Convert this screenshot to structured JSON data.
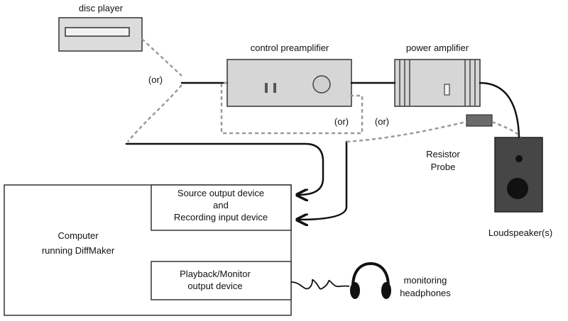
{
  "labels": {
    "disc_player": "disc player",
    "control_preamplifier": "control preamplifier",
    "power_amplifier": "power amplifier",
    "or_left": "(or)",
    "or_center": "(or)",
    "or_right": "(or)",
    "resistor_line1": "Resistor",
    "resistor_line2": "Probe",
    "loudspeaker": "Loudspeaker(s)",
    "computer_line1": "Computer",
    "computer_line2": "running DiffMaker",
    "source_line1": "Source output device",
    "source_line2": "and",
    "source_line3": "Recording input device",
    "playback_line1": "Playback/Monitor",
    "playback_line2": "output device",
    "headphones_line1": "monitoring",
    "headphones_line2": "headphones"
  },
  "colors": {
    "line": "#111111",
    "dashed_line": "#9a9a9a",
    "device_fill": "#d9d9d9",
    "speaker_fill": "#444444",
    "background": "#ffffff"
  }
}
